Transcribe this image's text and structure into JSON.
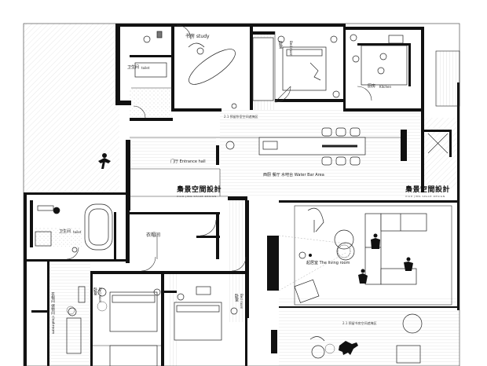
{
  "colors": {
    "wall": "#111111",
    "floor_hatch": "#d9d9d9",
    "terrace": "#f2f2f2",
    "accent_grey": "#8a8a8a"
  },
  "labels": {
    "study": "书房 study",
    "bedroom_top": "卧室",
    "bedroom_top_en": "Bed room",
    "kitchen": "厨房",
    "kitchen_en": "Kitchen",
    "toilet_top": "卫生间",
    "toilet_top_en": "toilet",
    "entrance": "门厅 Entrance hall",
    "water_bar": "西厨 餐厅 水吧台 Water Bar Area",
    "toilet_left": "卫生间",
    "toilet_left_en": "toilet",
    "cloakroom": "衣帽间",
    "living_room": "起居室 The living room",
    "bedroom_mid": "卧室",
    "bedroom_mid_en": "Bed room",
    "bedroom_right": "卧室",
    "bedroom_right_en": "Bed room",
    "cloak_study": "衣帽间 储物间 cloakroom"
  },
  "notes": {
    "note_top": "2.1 预留卧室空间遮掩区",
    "note_bottom": "2.1 预留书房空间遮掩区"
  },
  "brand": {
    "name": "梟景空間設計",
    "sub": "XIAO JING SPACE DESIGN"
  },
  "icons": {
    "person": "person-figure-icon",
    "chair": "chair-icon",
    "plant": "plant-icon",
    "dog": "dog-icon"
  }
}
